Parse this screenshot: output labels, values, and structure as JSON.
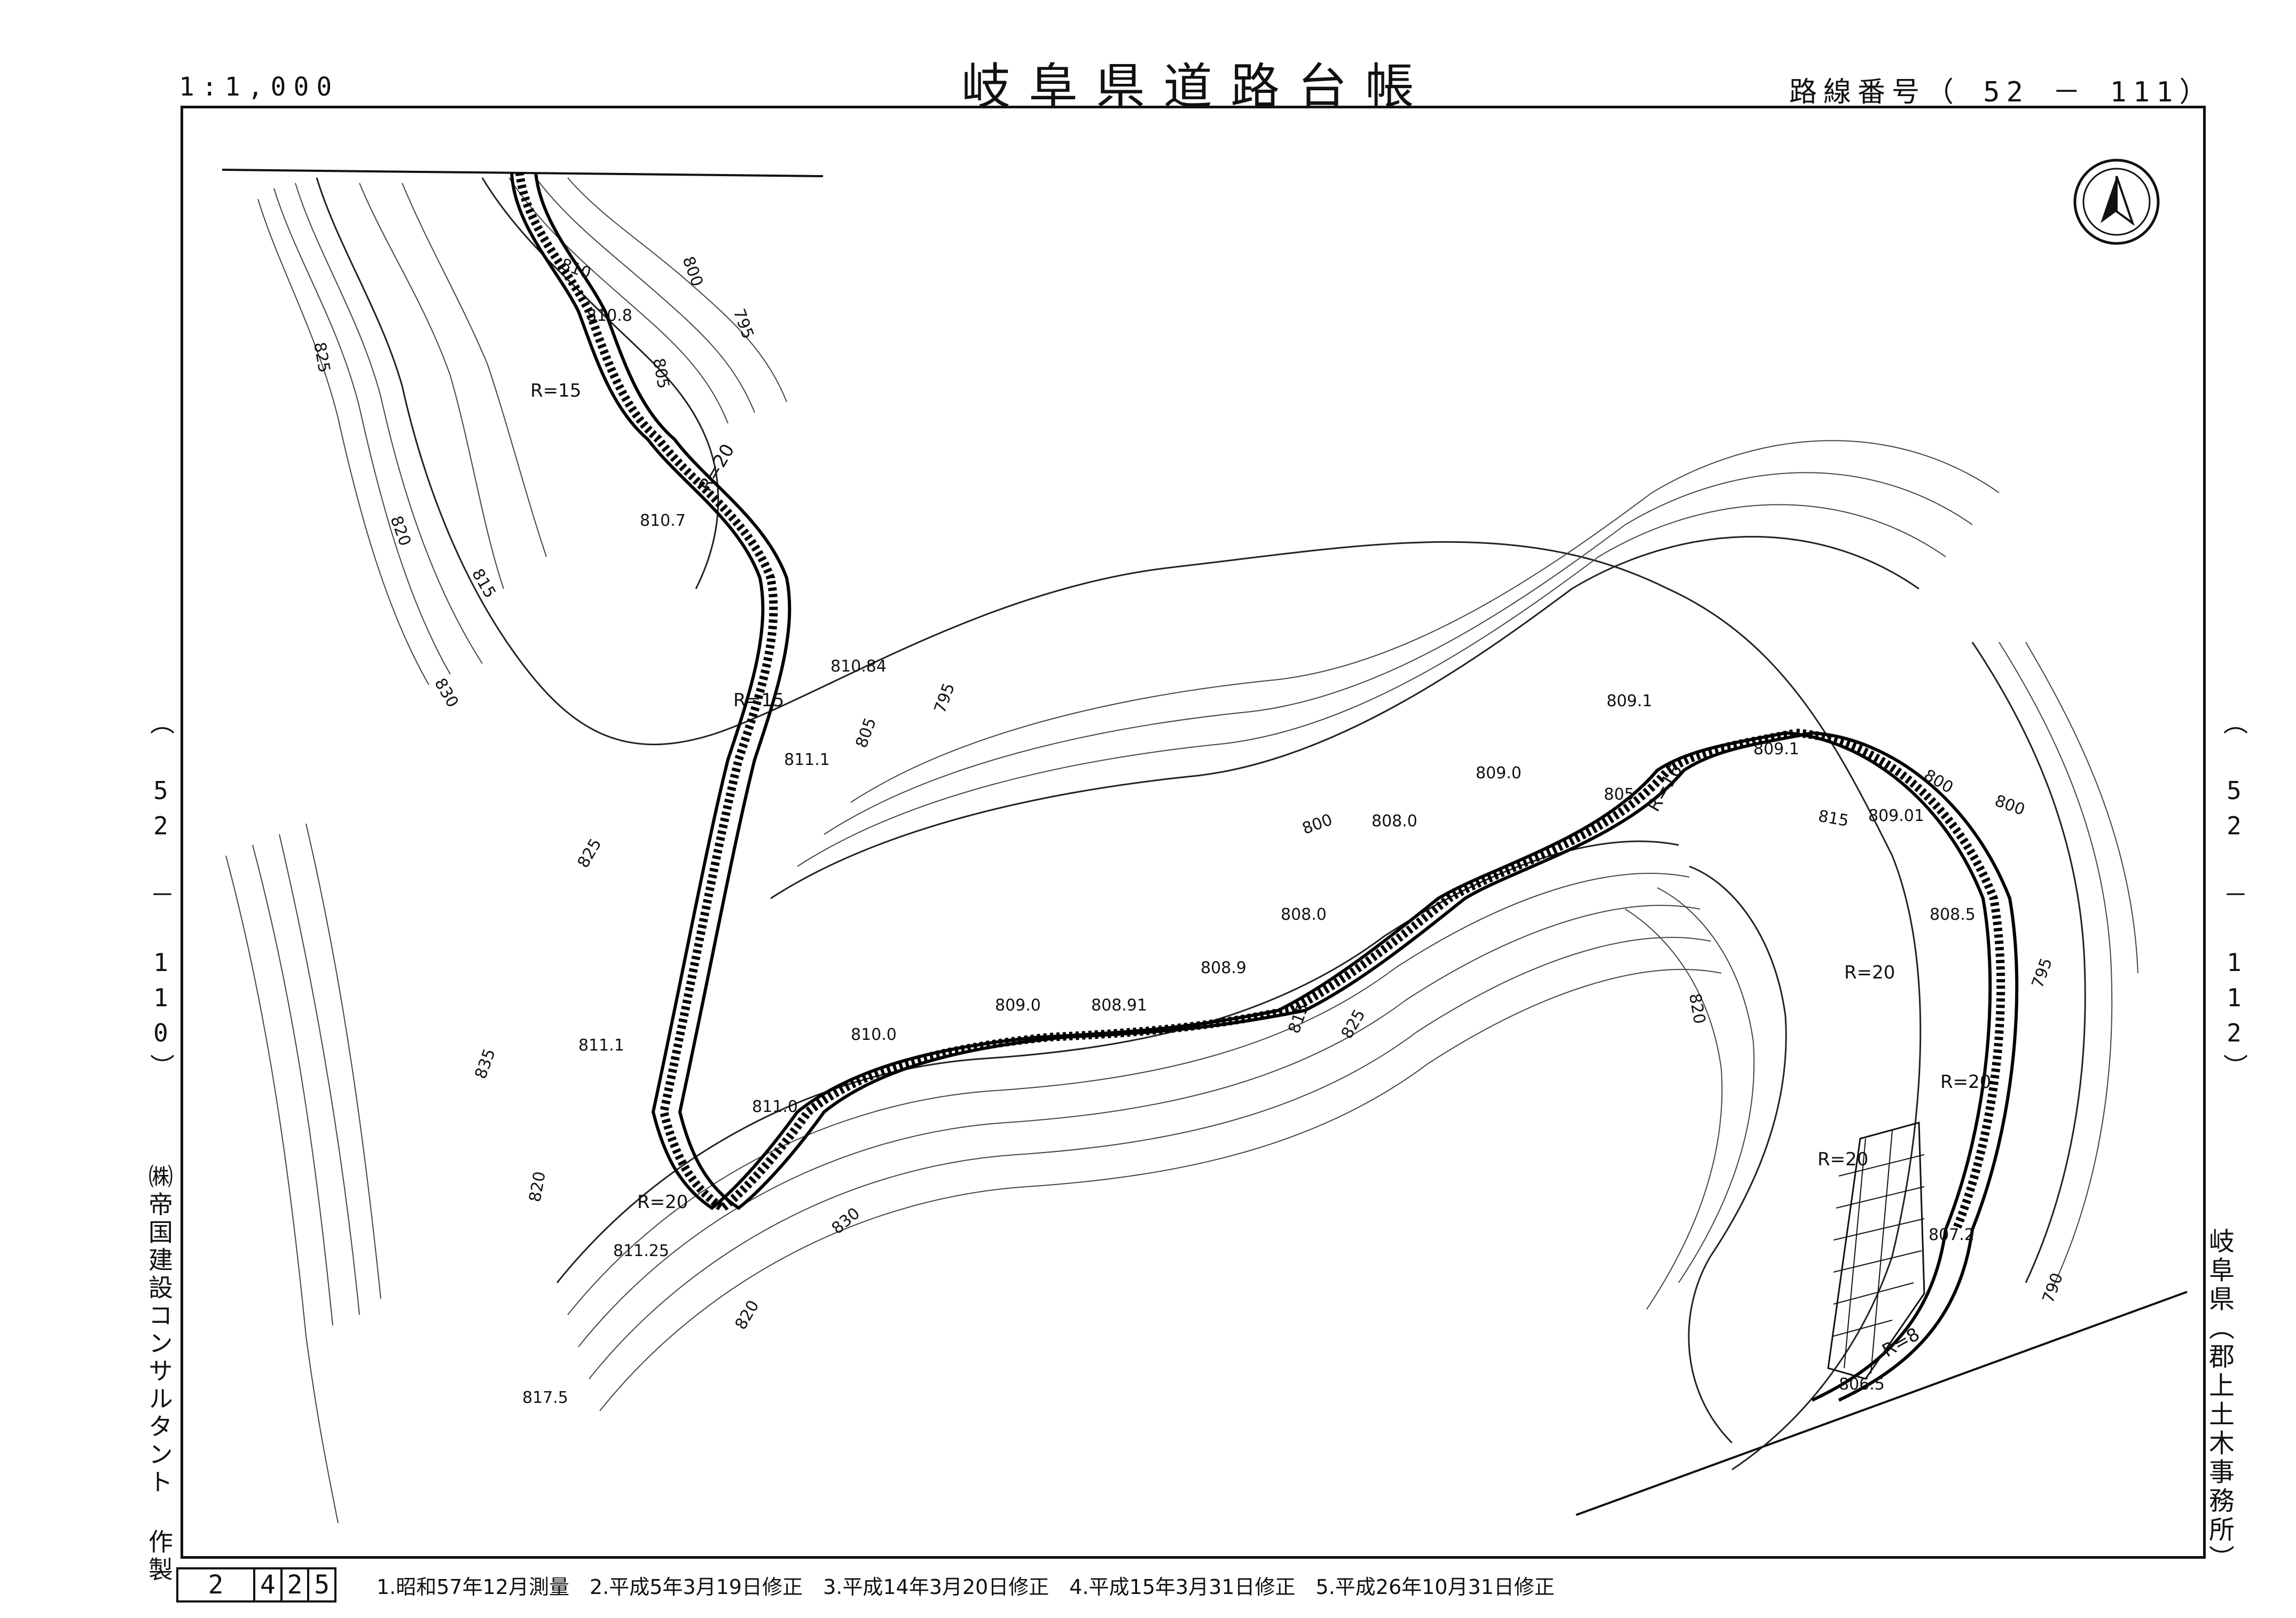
{
  "header": {
    "scale": "1:1,000",
    "title": "岐阜県道路台帳",
    "route_number": "路線番号（ 52 － 111）"
  },
  "adjacent_sheets": {
    "left": "（ 52 － 110）",
    "right": "（ 52 － 112）"
  },
  "side_text": {
    "maker": "㈱帝国建設コンサルタント 作製",
    "office": "岐阜県（郡上土木事務所）"
  },
  "footer": {
    "sheet_cells": [
      "2",
      "4",
      "2",
      "5"
    ],
    "revisions": "1.昭和57年12月測量 2.平成5年3月19日修正 3.平成14年3月20日修正 4.平成15年3月31日修正 5.平成26年10月31日修正"
  },
  "map": {
    "north_arrow_icon": "north-arrow-icon",
    "road_labels": {
      "e1": "810.8",
      "e2": "810.7",
      "e3": "810.84",
      "e4": "811.1",
      "e5": "811.1",
      "e6": "811.0",
      "e7": "811.25",
      "e8": "810.0",
      "e9": "809.0",
      "e10": "808.91",
      "e11": "808.9",
      "e12": "808.0",
      "e13": "808.0",
      "e14": "809.0",
      "e15": "809.1",
      "e16": "809.1",
      "e17": "809.01",
      "e18": "808.5",
      "e19": "807.2",
      "e20": "806.5",
      "e21": "817.5",
      "r1": "R=15",
      "r2": "R=20",
      "r3": "R=15",
      "r4": "R=20",
      "r5": "R=16",
      "r6": "R=20",
      "r7": "R=20",
      "r8": "R=20",
      "r9": "R=8"
    },
    "contour_labels": {
      "c1": "800",
      "c2": "795",
      "c3": "805",
      "c4": "810",
      "c5": "825",
      "c6": "820",
      "c7": "815",
      "c8": "830",
      "c9": "805",
      "c10": "795",
      "c11": "825",
      "c12": "835",
      "c13": "820",
      "c14": "800",
      "c15": "805",
      "c16": "800",
      "c17": "815",
      "c18": "825",
      "c19": "830",
      "c20": "820",
      "c21": "820",
      "c22": "800",
      "c23": "795",
      "c24": "790",
      "c25": "815"
    }
  }
}
